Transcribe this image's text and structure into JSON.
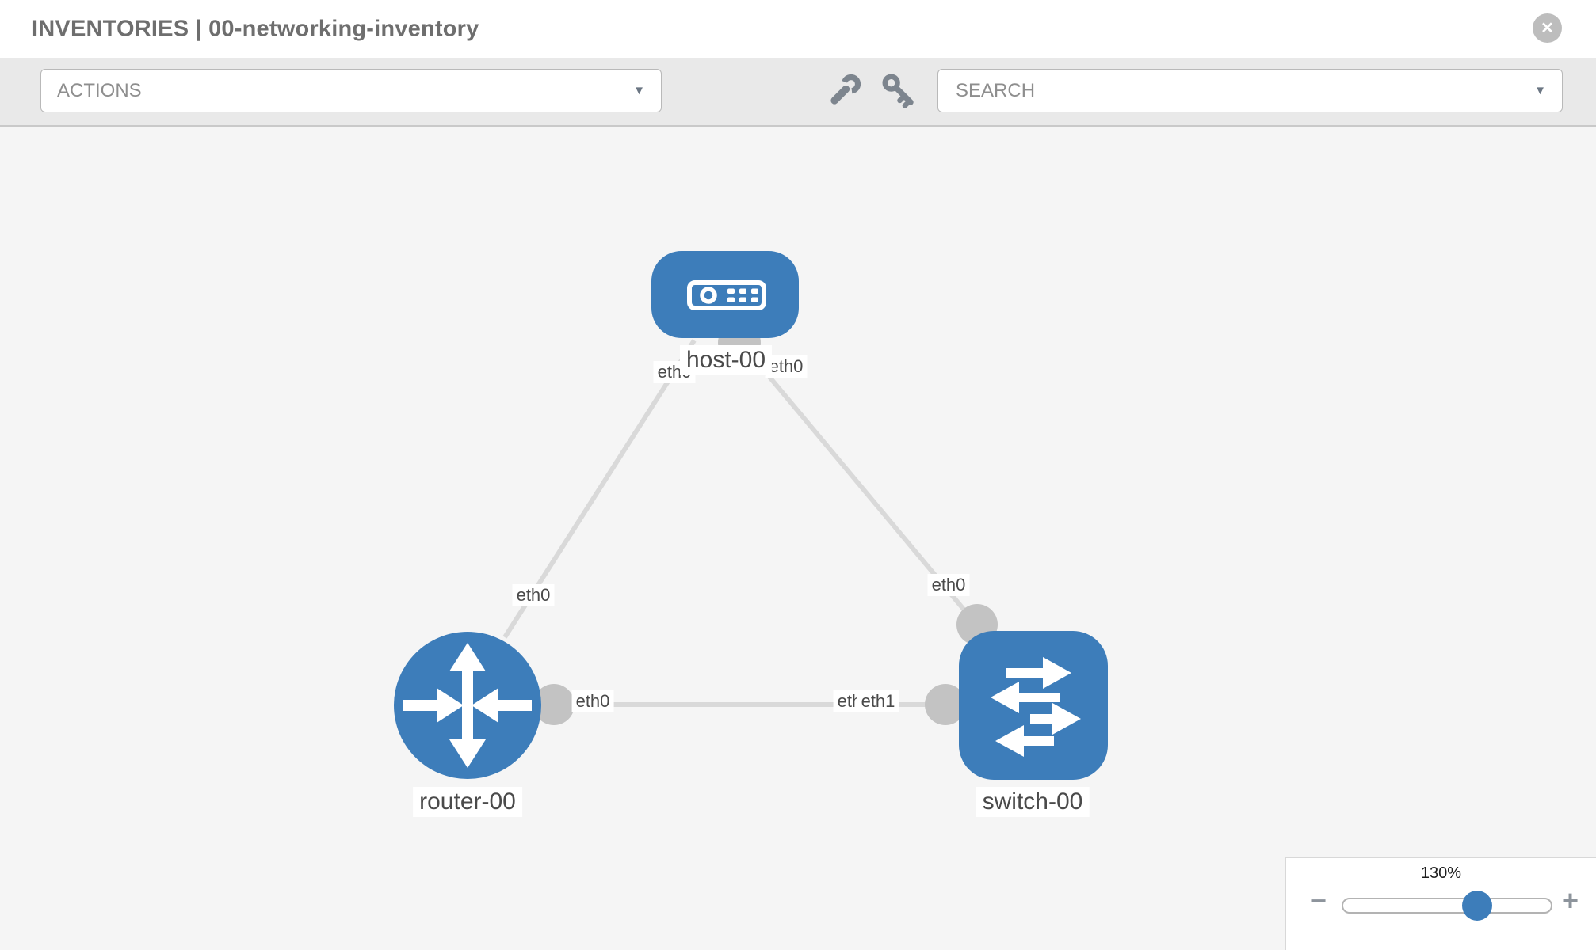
{
  "header": {
    "title": "INVENTORIES | 00-networking-inventory"
  },
  "toolbar": {
    "actions_label": "ACTIONS",
    "search_placeholder": "SEARCH"
  },
  "icons": {
    "close_glyph": "✕",
    "caret_glyph": "▼",
    "minus_glyph": "−",
    "plus_glyph": "+",
    "toolbar_icons": [
      "wrench-icon",
      "key-icon"
    ]
  },
  "topology": {
    "nodes": [
      {
        "id": "host-00",
        "label": "host-00",
        "type": "host"
      },
      {
        "id": "router-00",
        "label": "router-00",
        "type": "router"
      },
      {
        "id": "switch-00",
        "label": "switch-00",
        "type": "switch"
      }
    ],
    "links": [
      {
        "from": "host-00",
        "from_label": "eth0",
        "to": "router-00",
        "to_label": "eth0"
      },
      {
        "from": "host-00",
        "from_label": "eth0",
        "to": "switch-00",
        "to_label": "eth0"
      },
      {
        "from": "router-00",
        "from_label": "eth0",
        "to": "switch-00",
        "to_label": "eth1",
        "to_label_behind": "eth0"
      }
    ]
  },
  "zoom_control": {
    "level": "130%"
  },
  "colors": {
    "node_blue": "#3d7dba",
    "link_gray": "#d9d9d9",
    "interface_gray": "#c3c3c3",
    "canvas_bg": "#f5f5f5",
    "toolbar_bg": "#e9e9e9"
  }
}
